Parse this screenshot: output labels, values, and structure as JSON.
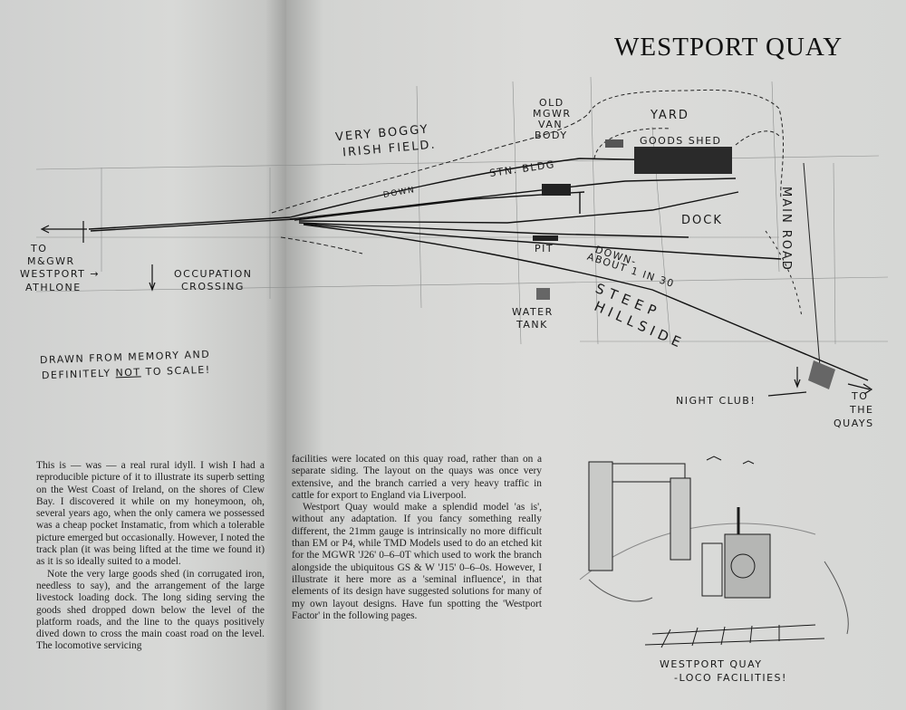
{
  "title": "WESTPORT QUAY",
  "map_labels": {
    "to_line1": "TO",
    "to_line2": "M&GWR",
    "to_line3": "WESTPORT →",
    "to_line4": "ATHLONE",
    "occupation_line1": "OCCUPATION",
    "occupation_line2": "CROSSING",
    "boggy_line1": "VERY BOGGY",
    "boggy_line2": "IRISH FIELD.",
    "old_van_line1": "OLD",
    "old_van_line2": "MGWR",
    "old_van_line3": "VAN",
    "old_van_line4": "BODY",
    "yard": "YARD",
    "goods_shed": "GOODS SHED",
    "stn_bldg": "STN. BLDG",
    "down": "DOWN",
    "dock": "DOCK",
    "main_road": "MAIN ROAD",
    "pit": "PIT",
    "down_about_line1": "DOWN-",
    "down_about_line2": "ABOUT 1 IN 30",
    "water_line1": "WATER",
    "water_line2": "TANK",
    "steep": "STEEP",
    "hillside": "HILLSIDE",
    "night_club": "NIGHT CLUB!",
    "to_quays_line1": "TO",
    "to_quays_line2": "THE",
    "to_quays_line3": "QUAYS"
  },
  "drawn_note": {
    "line1": "DRAWN FROM MEMORY AND",
    "line2_pre": "DEFINITELY",
    "line2_em": "NOT",
    "line2_post": "TO SCALE!"
  },
  "left_column": {
    "p1": "This is — was — a real rural idyll. I wish I had a reproducible picture of it to illustrate its superb setting on the West Coast of Ireland, on the shores of Clew Bay. I discovered it while on my honeymoon, oh, several years ago, when the only camera we possessed was a cheap pocket Instamatic, from which a tolerable picture emerged but occasionally. However, I noted the track plan (it was being lifted at the time we found it) as it is so ideally suited to a model.",
    "p2": "Note the very large goods shed (in corrugated iron, needless to say), and the arrangement of the large livestock loading dock. The long siding serving the goods shed dropped down below the level of the platform roads, and the line to the quays positively dived down to cross the main coast road on the level. The locomotive servicing"
  },
  "middle_column": {
    "p1": "facilities were located on this quay road, rather than on a separate siding. The layout on the quays was once very extensive, and the branch carried a very heavy traffic in cattle for export to England via Liverpool.",
    "p2": "Westport Quay would make a splendid model 'as is', without any adaptation. If you fancy something really different, the 21mm gauge is intrinsically no more difficult than EM or P4, while TMD Models used to do an etched kit for the MGWR 'J26' 0–6–0T which used to work the branch alongside the ubiquitous GS & W 'J15' 0–6–0s. However, I illustrate it here more as a 'seminal influence', in that elements of its design have suggested solutions for many of my own layout designs. Have fun spotting the 'Westport Factor' in the following pages."
  },
  "sketch_caption": {
    "line1": "WESTPORT QUAY",
    "line2": "-LOCO FACILITIES!"
  },
  "colors": {
    "paper": "#d8d9d7",
    "ink": "#1a1a1a",
    "background": "#3a3c40"
  }
}
